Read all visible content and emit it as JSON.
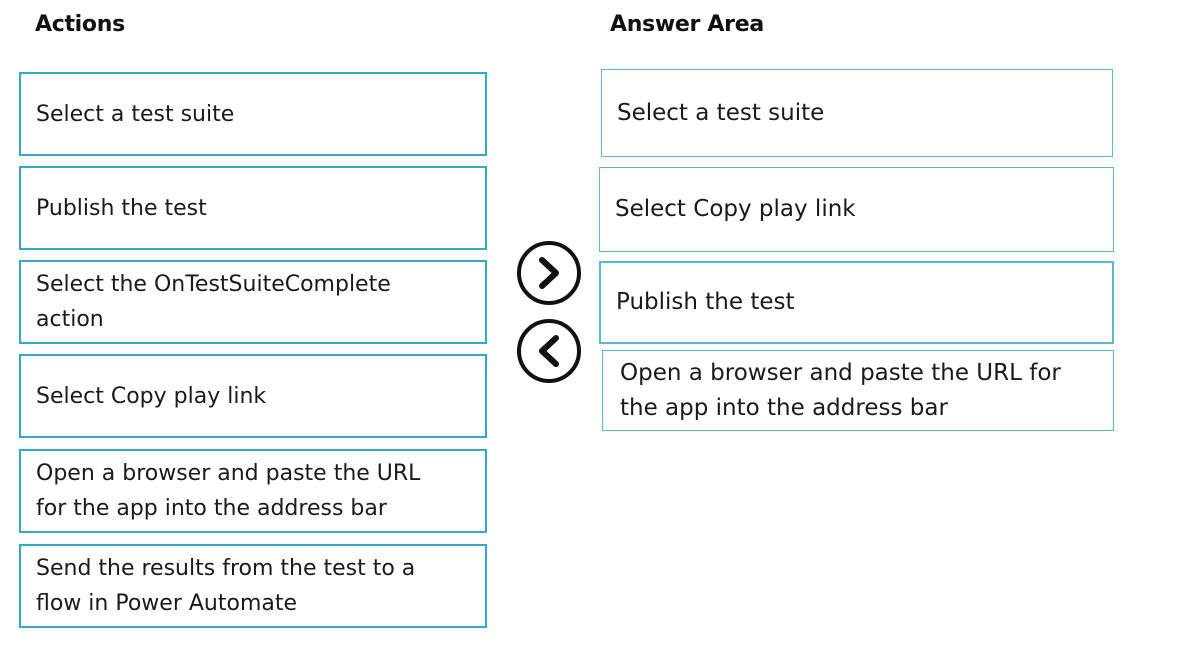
{
  "actions": {
    "heading": "Actions",
    "items": [
      {
        "label": "Select a test suite"
      },
      {
        "label": "Publish the test"
      },
      {
        "label": "Select the OnTestSuiteComplete action"
      },
      {
        "label": "Select Copy play link"
      },
      {
        "label": "Open a browser and paste the URL for the app into the address bar"
      },
      {
        "label": "Send the results from the test to a flow in Power Automate"
      }
    ]
  },
  "answer_area": {
    "heading": "Answer Area",
    "items": [
      {
        "label": "Select a test suite"
      },
      {
        "label": "Select Copy play link"
      },
      {
        "label": "Publish the test"
      },
      {
        "label": "Open a browser and paste the URL for the app into the address bar"
      }
    ]
  },
  "controls": {
    "move_right_icon": "chevron-right-circle",
    "move_left_icon": "chevron-left-circle"
  },
  "colors": {
    "box_border": "#36a7cf",
    "text": "#1a1a1a"
  }
}
